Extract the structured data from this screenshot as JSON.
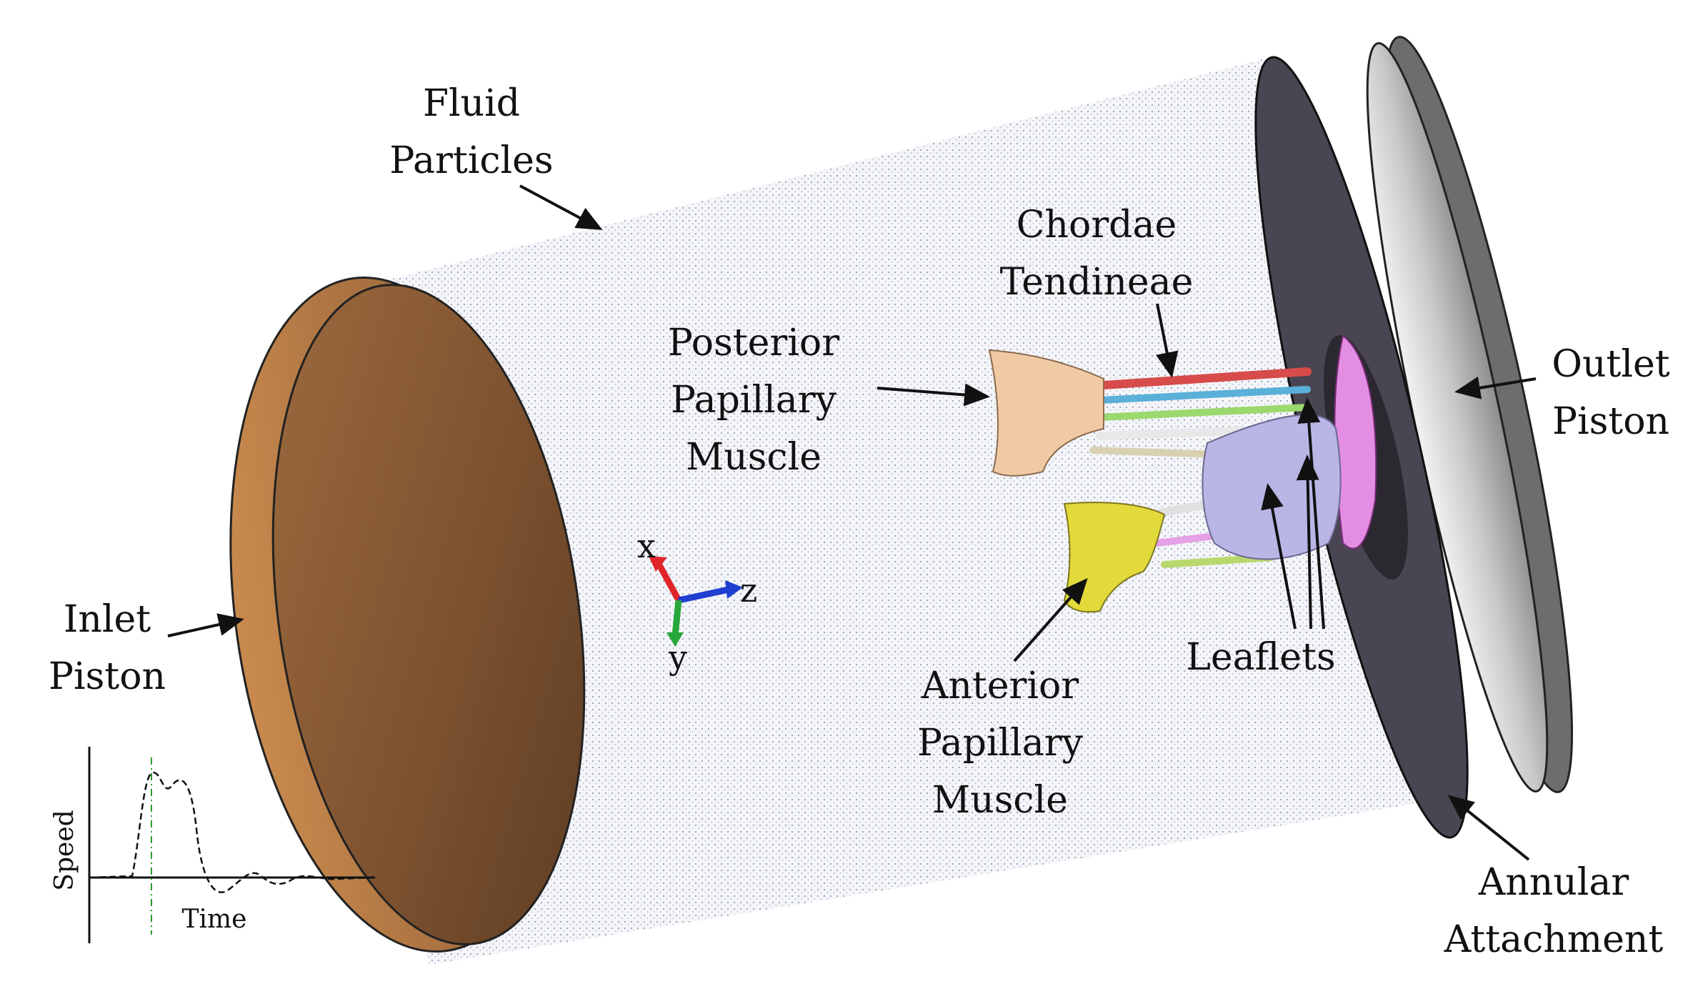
{
  "labels": {
    "fluid_particles": [
      "Fluid",
      "Particles"
    ],
    "chordae_tendineae": [
      "Chordae",
      "Tendineae"
    ],
    "posterior_papillary_muscle": [
      "Posterior",
      "Papillary",
      "Muscle"
    ],
    "outlet_piston": [
      "Outlet",
      "Piston"
    ],
    "inlet_piston": [
      "Inlet",
      "Piston"
    ],
    "anterior_papillary_muscle": [
      "Anterior",
      "Papillary",
      "Muscle"
    ],
    "leaflets": "Leaflets",
    "annular_attachment": [
      "Annular",
      "Attachment"
    ]
  },
  "axes_triad": {
    "x": "x",
    "y": "y",
    "z": "z"
  },
  "inset_plot": {
    "ylabel": "Speed",
    "xlabel": "Time"
  },
  "colors": {
    "inlet_piston": "#b07a45",
    "outlet_piston": "#d6d6d6",
    "annulus_disc": "#4a4552",
    "posterior_muscle": "#f0caa4",
    "anterior_muscle": "#e2d93a",
    "leaflet_lavender": "#b9b6e6",
    "leaflet_pink": "#e38ee3",
    "axis_x": "#e0262b",
    "axis_y": "#27a83a",
    "axis_z": "#1f3fd1"
  }
}
